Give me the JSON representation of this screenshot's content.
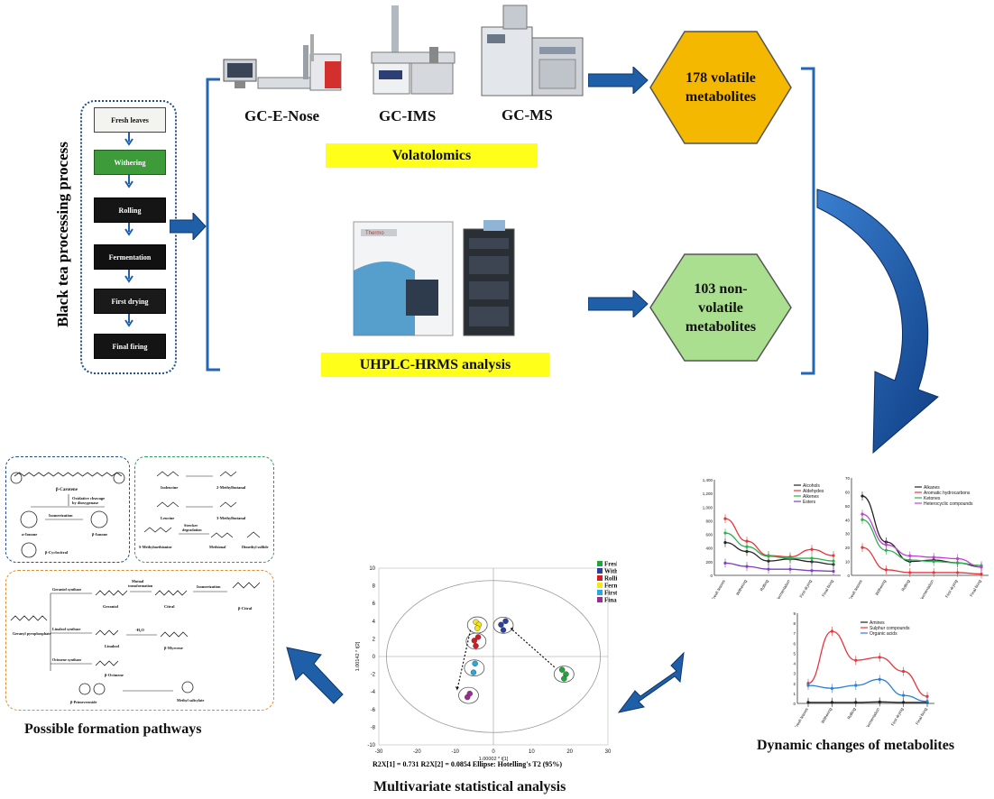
{
  "process": {
    "title": "Black tea processing process",
    "steps": [
      "Fresh leaves",
      "Withering",
      "Rolling",
      "Fermentation",
      "First drying",
      "Final firing"
    ]
  },
  "instruments": {
    "gc_enose": "GC-E-Nose",
    "gc_ims": "GC-IMS",
    "gc_ms": "GC-MS",
    "uhplc_brand": "Thermo"
  },
  "banners": {
    "volatolomics": "Volatolomics",
    "uhplc": "UHPLC-HRMS analysis"
  },
  "results": {
    "volatile_line1": "178 volatile",
    "volatile_line2": "metabolites",
    "nonvolatile_line1": "103 non-",
    "nonvolatile_line2": "volatile",
    "nonvolatile_line3": "metabolites"
  },
  "pathways": {
    "caption": "Possible formation pathways",
    "carotene": {
      "beta_carotene": "β-Carotene",
      "oxidative": "Oxidative cleavage",
      "oxidative2": "by dioxygenase",
      "alpha_ionone": "α-Ionone",
      "beta_ionone": "β-Ionone",
      "isomerization": "Isomerization",
      "cyclocitral": "β-Cyclocitral"
    },
    "amino": {
      "isoleucine": "Isoleucine",
      "methylbutanal2": "2-Methylbutanal",
      "leucine": "Leucine",
      "methylbutanal3": "3-Methylbutanal",
      "methionine": "S-Methylmethionine",
      "strecker": "Strecker",
      "strecker2": "degradation",
      "methional": "Methional",
      "dimethyl": "Dimethyl sulfide"
    },
    "terpene": {
      "geranyl_pp": "Geranyl pyrophosphate",
      "geraniol_synthase": "Geraniol synthase",
      "mutual": "Mutual",
      "mutual2": "transformation",
      "geraniol": "Geraniol",
      "citral": "Citral",
      "isomerization": "Isomerization",
      "beta_citral": "β-Citral",
      "linalool_synthase": "Linalool synthase",
      "h2o": "-H₂O",
      "linalool": "Linalool",
      "myrcene": "β-Myrcene",
      "ocimene_synthase": "Ocimene synthase",
      "ocimene": "β-Ocimene",
      "primeveroside": "β-Primeveroside",
      "methyl_salicylate": "Methyl salicylate"
    }
  },
  "pca": {
    "caption": "Multivariate statistical analysis",
    "stats": "R2X[1] = 0.731    R2X[2] = 0.0854    Ellipse: Hotelling's T2 (95%)",
    "x_axis_label": "1.00002 * t[1]",
    "y_axis_label": "1.00142 * t[2]",
    "x_ticks": [
      "-30",
      "-20",
      "-10",
      "0",
      "10",
      "20",
      "30"
    ],
    "y_ticks": [
      "10",
      "8",
      "6",
      "4",
      "2",
      "0",
      "-2",
      "-4",
      "-6",
      "-8",
      "-10"
    ],
    "legend": [
      {
        "label": "Fresh leaves",
        "color": "#1fa53a"
      },
      {
        "label": "Withering",
        "color": "#2b3f9e"
      },
      {
        "label": "Rolling",
        "color": "#d01d24"
      },
      {
        "label": "Fermentation",
        "color": "#f4e61b"
      },
      {
        "label": "First drying",
        "color": "#27a9e0"
      },
      {
        "label": "Final firing",
        "color": "#9b2c94"
      }
    ]
  },
  "chart_data": [
    {
      "type": "scatter",
      "xlabel": "1.00002 * t[1]",
      "ylabel": "1.00142 * t[2]",
      "xlim": [
        -30,
        30
      ],
      "ylim": [
        -10,
        10
      ],
      "series": [
        {
          "name": "Fresh leaves",
          "points": [
            [
              18,
              -1.5
            ],
            [
              19,
              -2.0
            ],
            [
              18.5,
              -2.5
            ]
          ]
        },
        {
          "name": "Withering",
          "points": [
            [
              2,
              3.6
            ],
            [
              3.2,
              4.0
            ],
            [
              2.6,
              3.0
            ]
          ]
        },
        {
          "name": "Rolling",
          "points": [
            [
              -5,
              1.8
            ],
            [
              -4,
              2.2
            ],
            [
              -4.6,
              1.2
            ]
          ]
        },
        {
          "name": "Fermentation",
          "points": [
            [
              -4.6,
              3.9
            ],
            [
              -3.8,
              3.6
            ],
            [
              -4.2,
              3.2
            ]
          ]
        },
        {
          "name": "First drying",
          "points": [
            [
              -5.2,
              -1.8
            ],
            [
              -4.8,
              -0.8
            ]
          ]
        },
        {
          "name": "Final firing",
          "points": [
            [
              -6.8,
              -4.6
            ],
            [
              -6.2,
              -4.2
            ]
          ]
        }
      ]
    },
    {
      "type": "line",
      "categories": [
        "Fresh leaves",
        "Withering",
        "Rolling",
        "Fermentation",
        "First drying",
        "Final firing"
      ],
      "ylim": [
        0,
        1400
      ],
      "y_ticks": [
        "0",
        "200",
        "400",
        "600",
        "800",
        "1,000",
        "1,200",
        "1,400"
      ],
      "series": [
        {
          "name": "Alcohols",
          "values": [
            480,
            350,
            210,
            240,
            200,
            160
          ],
          "color": "#222222"
        },
        {
          "name": "Aldehydes",
          "values": [
            830,
            500,
            290,
            270,
            380,
            290
          ],
          "color": "#e8353c"
        },
        {
          "name": "Alkenes",
          "values": [
            620,
            420,
            280,
            250,
            250,
            210
          ],
          "color": "#2ab24b"
        },
        {
          "name": "Esters",
          "values": [
            180,
            130,
            90,
            90,
            70,
            60
          ],
          "color": "#7f3fbf"
        }
      ]
    },
    {
      "type": "line",
      "categories": [
        "Fresh leaves",
        "Withering",
        "Rolling",
        "Fermentation",
        "First drying",
        "Final firing"
      ],
      "ylim": [
        0,
        70
      ],
      "y_ticks": [
        "0",
        "10",
        "20",
        "30",
        "40",
        "50",
        "60",
        "70"
      ],
      "series": [
        {
          "name": "Alkanes",
          "values": [
            57,
            24,
            10,
            11,
            9,
            6
          ],
          "color": "#222222"
        },
        {
          "name": "Aromatic hydrocarbons",
          "values": [
            20,
            4,
            2,
            2,
            2,
            1
          ],
          "color": "#e8353c"
        },
        {
          "name": "Ketones",
          "values": [
            40,
            18,
            11,
            10,
            9,
            7
          ],
          "color": "#2ab24b"
        },
        {
          "name": "Heterocyclic compounds",
          "values": [
            44,
            22,
            14,
            13,
            12,
            6
          ],
          "color": "#c03fd4"
        }
      ]
    },
    {
      "type": "line",
      "categories": [
        "Fresh leaves",
        "Withering",
        "Rolling",
        "Fermentation",
        "First drying",
        "Final firing"
      ],
      "ylim": [
        0,
        9
      ],
      "y_ticks": [
        "0",
        "1",
        "2",
        "3",
        "4",
        "5",
        "6",
        "7",
        "8",
        "9"
      ],
      "series": [
        {
          "name": "Amines",
          "values": [
            0.1,
            0.1,
            0.1,
            0.15,
            0.1,
            0.1
          ],
          "color": "#222222"
        },
        {
          "name": "Sulphur compounds",
          "values": [
            2,
            7.2,
            4.3,
            4.6,
            3.2,
            0.7
          ],
          "color": "#e8353c"
        },
        {
          "name": "Organic acids",
          "values": [
            1.8,
            1.5,
            1.8,
            2.4,
            0.8,
            0.2
          ],
          "color": "#2a7fd4"
        }
      ]
    }
  ],
  "dynamic": {
    "caption": "Dynamic changes of metabolites",
    "cat_labels": [
      "Fresh leaves",
      "Withering",
      "Rolling",
      "Fermentation",
      "First drying",
      "Final firing"
    ]
  },
  "colors": {
    "arrow_blue": "#1f5fa8",
    "hex_gold": "#f5b800",
    "hex_green": "#a9df8f",
    "banner_yellow": "#ffff1a",
    "bracket_blue": "#2366b3"
  }
}
